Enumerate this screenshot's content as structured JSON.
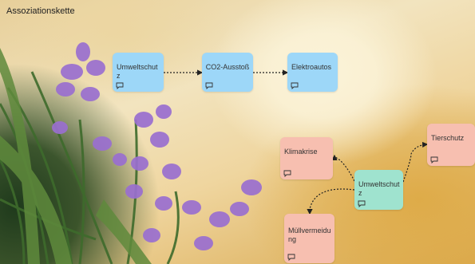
{
  "board": {
    "title": "Assoziationskette"
  },
  "cards": {
    "umweltschutz_top": "Umweltschutz",
    "co2": "CO2-Ausstoß",
    "elektroautos": "Elektroautos",
    "klimakrise": "Klimakrise",
    "tierschutz": "Tierschutz",
    "umweltschutz_bottom": "Umweltschutz",
    "muellvermeidung": "Müllvermeidung"
  },
  "icons": {
    "card_comment": "comment-icon"
  },
  "colors": {
    "blue": "#9dd7f8",
    "pink": "#f7bfb0",
    "teal": "#9fe3cf",
    "connector": "#222222"
  }
}
